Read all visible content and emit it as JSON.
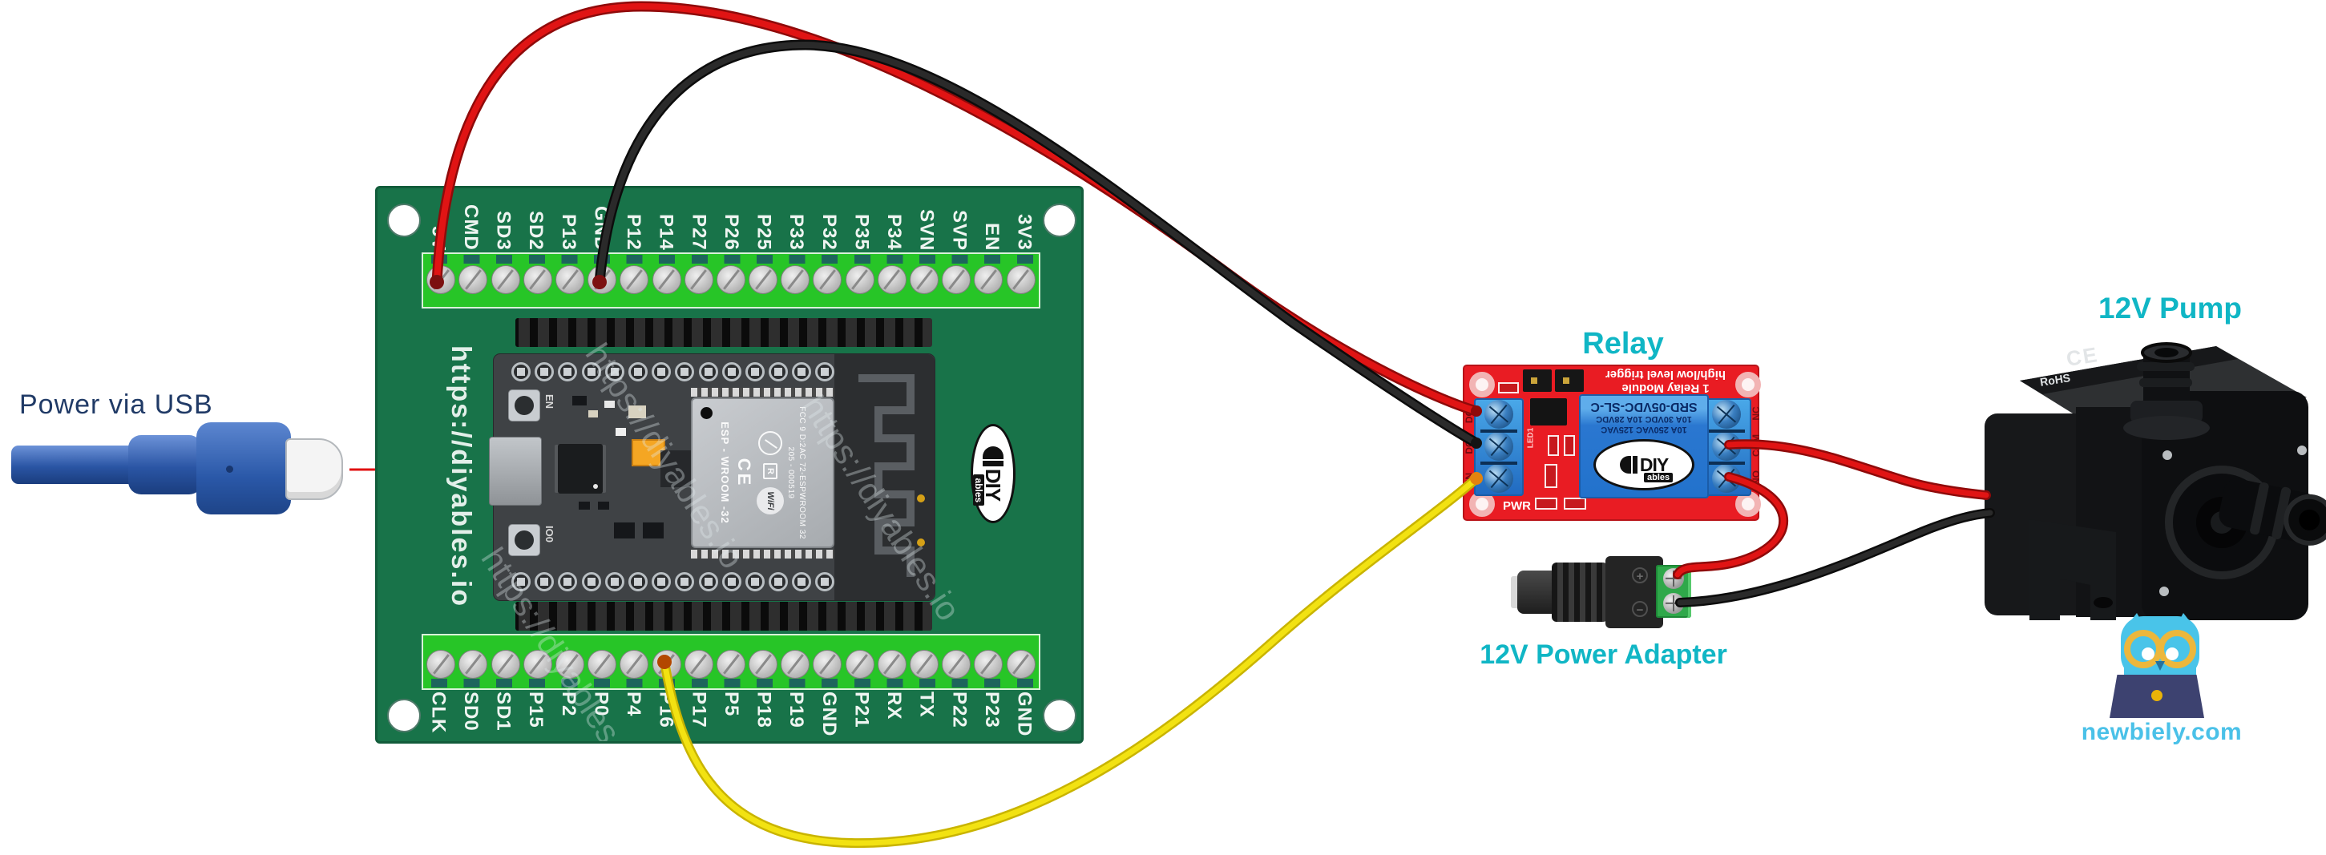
{
  "labels": {
    "power_via_usb": "Power via USB",
    "relay": "Relay",
    "power_adapter": "12V Power Adapter",
    "pump": "12V Pump",
    "site": "newbiely.com"
  },
  "colors": {
    "accent_cyan": "#10b6c5",
    "site_blue": "#4ac1e8",
    "label_navy": "#203a66",
    "board_green": "#187349",
    "relay_red": "#e91c23",
    "wire_red": "#e01414",
    "wire_black": "#2a2a2a",
    "wire_yellow": "#f2e212"
  },
  "esp32_board": {
    "url_text": "https://diyables.io",
    "watermark": "https://diyables.io",
    "top_pins": [
      "5V",
      "CMD",
      "SD3",
      "SD2",
      "P13",
      "GND",
      "P12",
      "P14",
      "P27",
      "P26",
      "P25",
      "P33",
      "P32",
      "P35",
      "P34",
      "SVN",
      "SVP",
      "EN",
      "3V3"
    ],
    "bottom_pins": [
      "CLK",
      "SD0",
      "SD1",
      "P15",
      "P2",
      "P0",
      "P4",
      "P16",
      "P17",
      "P5",
      "P18",
      "P19",
      "GND",
      "P21",
      "RX",
      "TX",
      "P22",
      "P23",
      "GND"
    ],
    "module": {
      "en_button": "EN",
      "boot_button": "IO0",
      "fcc_line": "FCC 9 D:2AC 72-ESPWROOM 32",
      "serial_line": "205 - 000519",
      "wifi_badge": "WiFi",
      "r_mark": "R",
      "ce_mark": "CE",
      "module_name": "ESP - WROOM -32"
    },
    "logo": {
      "diy": "DIY",
      "ables": "ables"
    }
  },
  "relay_module": {
    "title_line1": "1 Relay Module",
    "title_line2": "high/low level trigger",
    "relay_line1": "SRD-05VDC-SL-C",
    "relay_line2": "10A 30VDC  10A 28VDC",
    "relay_line3": "10A 250VAC 125VAC",
    "left_terminals": [
      "DC+",
      "DC-",
      "IN"
    ],
    "right_terminals": [
      "NC",
      "COM",
      "NO"
    ],
    "pwr_label": "PWR",
    "led_label": "LED1",
    "logo": {
      "diy": "DIY",
      "ables": "ables"
    }
  },
  "power_adapter": {
    "plus_symbol": "+",
    "minus_symbol": "−"
  },
  "pump": {
    "ce_mark": "CE",
    "rohs_mark": "RoHS"
  },
  "wires": [
    {
      "name": "5v-to-relay-dc+",
      "from": "ESP32 5V",
      "to": "Relay DC+",
      "color": "red",
      "hex": "#e01414",
      "outline": "#8f0a0a"
    },
    {
      "name": "gnd-to-relay-dc-",
      "from": "ESP32 GND",
      "to": "Relay DC-",
      "color": "black",
      "hex": "#2a2a2a",
      "outline": "#0c0c0c"
    },
    {
      "name": "p16-to-relay-in",
      "from": "ESP32 P16",
      "to": "Relay IN",
      "color": "yellow",
      "hex": "#f2e212",
      "outline": "#c9b400"
    },
    {
      "name": "relay-com-to-pump",
      "from": "Relay COM",
      "to": "Pump red wire",
      "color": "red",
      "hex": "#e01414",
      "outline": "#8f0a0a"
    },
    {
      "name": "relay-no-to-adapter",
      "from": "Relay NO",
      "to": "Adapter +",
      "color": "red",
      "hex": "#e01414",
      "outline": "#8f0a0a"
    },
    {
      "name": "adapter-to-pump",
      "from": "Adapter −",
      "to": "Pump black wire",
      "color": "black",
      "hex": "#2a2a2a",
      "outline": "#0c0c0c"
    }
  ]
}
